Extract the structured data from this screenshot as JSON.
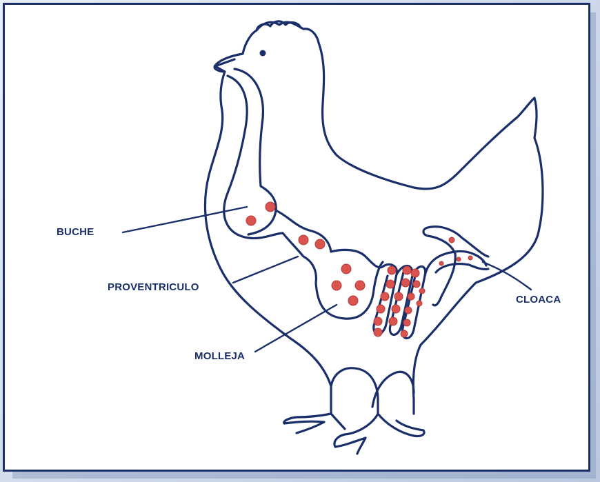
{
  "diagram": {
    "line_color": "#1a2f6a",
    "particle_color": "#d9534f",
    "labels": {
      "buche": "BUCHE",
      "proventriculo": "PROVENTRICULO",
      "molleja": "MOLLEJA",
      "cloaca": "CLOACA"
    }
  }
}
